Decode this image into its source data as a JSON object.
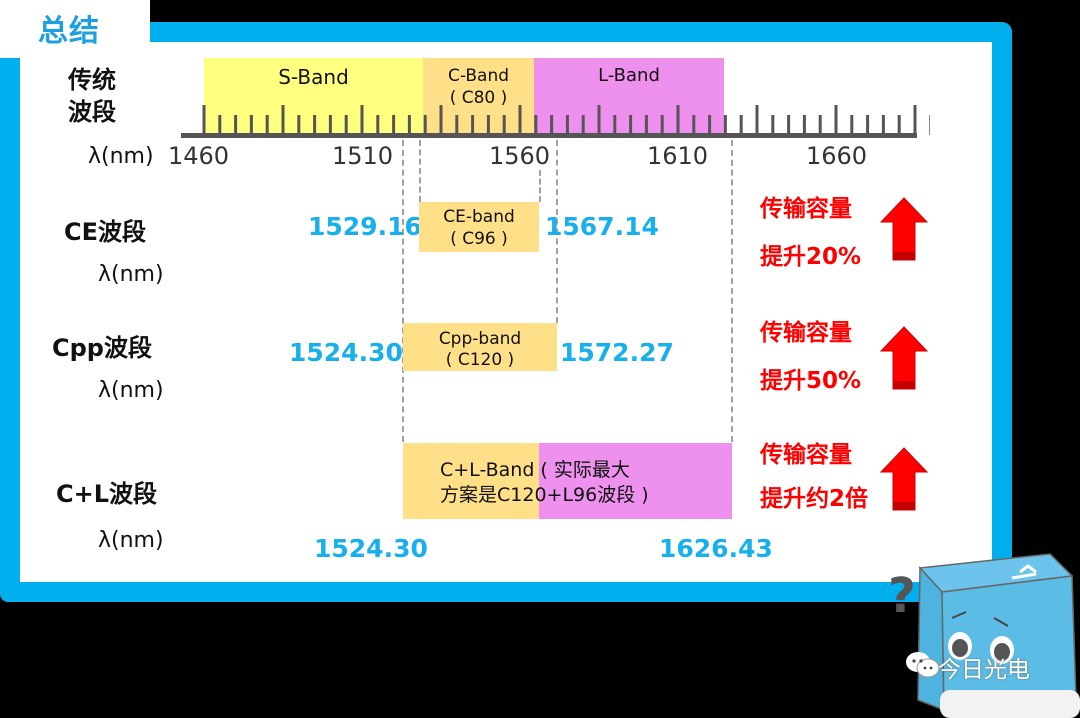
{
  "title": "总结",
  "colors": {
    "frame_blue": "#00b0ee",
    "s_band": "#ffff80",
    "c_band": "#ffdf88",
    "l_band": "#ee90ee",
    "value_blue": "#18b0ec",
    "capacity_red": "#ff0000"
  },
  "traditional": {
    "label_line1": "传统",
    "label_line2": "波段",
    "unit": "λ(nm)",
    "ticks": [
      "1460",
      "1510",
      "1560",
      "1610",
      "1660"
    ],
    "bands": [
      {
        "name": "S-Band",
        "sub": ""
      },
      {
        "name": "C-Band",
        "sub": "( C80 )"
      },
      {
        "name": "L-Band",
        "sub": ""
      }
    ]
  },
  "rows": [
    {
      "label": "CE波段",
      "unit": "λ(nm)",
      "band_name": "CE-band",
      "band_sub": "( C96 )",
      "start": "1529.16",
      "end": "1567.14",
      "capacity_line1": "传输容量",
      "capacity_line2": "提升20%"
    },
    {
      "label": "Cpp波段",
      "unit": "λ(nm)",
      "band_name": "Cpp-band",
      "band_sub": "( C120 )",
      "start": "1524.30",
      "end": "1572.27",
      "capacity_line1": "传输容量",
      "capacity_line2": "提升50%"
    },
    {
      "label": "C+L波段",
      "unit": "λ(nm)",
      "band_name": "C+L-Band ( 实际最大",
      "band_sub": "方案是C120+L96波段 )",
      "start": "1524.30",
      "end": "1626.43",
      "capacity_line1": "传输容量",
      "capacity_line2": "提升约2倍"
    }
  ],
  "watermark": {
    "text": "今日光电",
    "icon": "wechat-icon"
  },
  "chart_data": {
    "type": "table",
    "title": "总结",
    "axis": {
      "label": "λ(nm)",
      "ticks": [
        1460,
        1510,
        1560,
        1610,
        1660
      ],
      "range": [
        1460,
        1690
      ],
      "minor_step": 5
    },
    "traditional_bands": [
      {
        "name": "S-Band",
        "start": 1460,
        "end": 1530
      },
      {
        "name": "C-Band (C80)",
        "start": 1530,
        "end": 1565
      },
      {
        "name": "L-Band",
        "start": 1565,
        "end": 1625
      }
    ],
    "extended_bands": [
      {
        "name": "CE波段 / CE-band (C96)",
        "start": 1529.16,
        "end": 1567.14,
        "capacity_gain": "提升20%"
      },
      {
        "name": "Cpp波段 / Cpp-band (C120)",
        "start": 1524.3,
        "end": 1572.27,
        "capacity_gain": "提升50%"
      },
      {
        "name": "C+L波段 / C+L-Band (C120+L96)",
        "start": 1524.3,
        "end": 1626.43,
        "capacity_gain": "提升约2倍"
      }
    ]
  }
}
